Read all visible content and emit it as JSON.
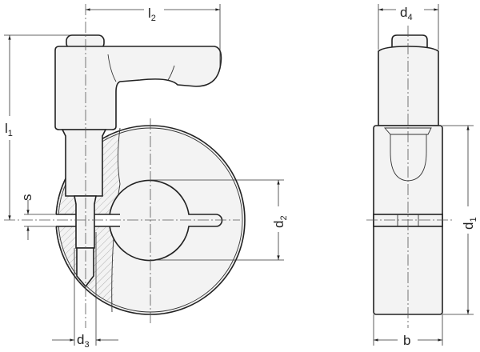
{
  "dimensions": {
    "l1": {
      "main": "l",
      "sub": "1"
    },
    "l2": {
      "main": "l",
      "sub": "2"
    },
    "s": {
      "main": "s",
      "sub": ""
    },
    "d1": {
      "main": "d",
      "sub": "1"
    },
    "d2": {
      "main": "d",
      "sub": "2"
    },
    "d3": {
      "main": "d",
      "sub": "3"
    },
    "d4": {
      "main": "d",
      "sub": "4"
    },
    "b": {
      "main": "b",
      "sub": ""
    }
  },
  "colors": {
    "fill": "#f3f3f3",
    "stroke": "#222222"
  }
}
